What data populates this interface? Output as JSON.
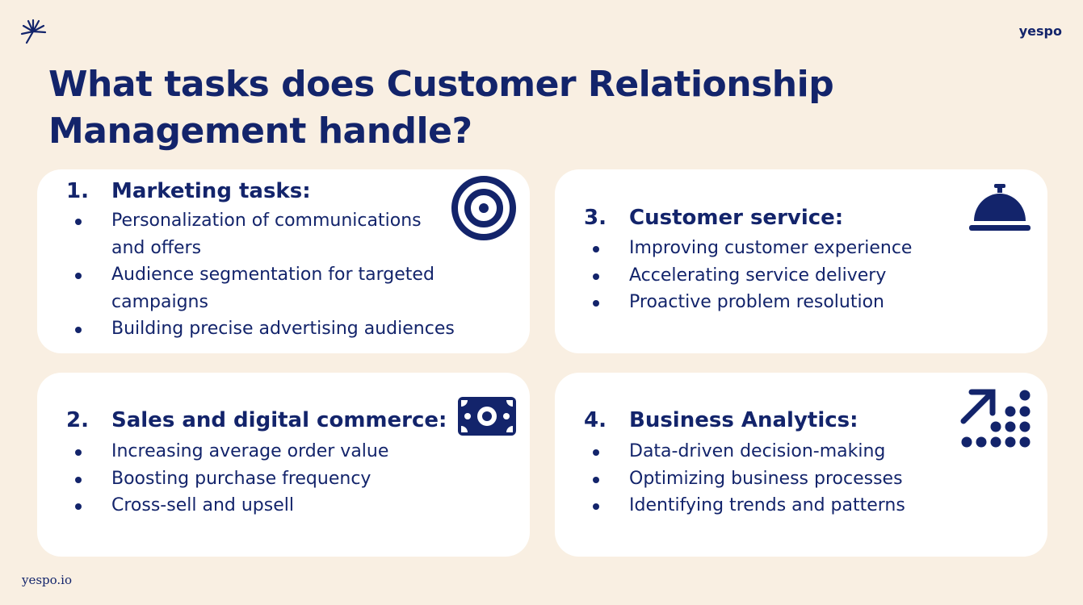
{
  "brand": "yespo",
  "footer": "yespo.io",
  "title_lines": [
    "What tasks does Customer Relationship",
    "Management handle?"
  ],
  "colors": {
    "background": "#f9efe2",
    "card": "#ffffff",
    "accent": "#13246b"
  },
  "cards": [
    {
      "number": "1.",
      "heading": "Marketing tasks:",
      "icon": "target-icon",
      "items": [
        "Personalization of communications and offers",
        "Audience segmentation for targeted campaigns",
        "Building precise advertising audiences"
      ]
    },
    {
      "number": "2.",
      "heading": "Sales and digital commerce:",
      "icon": "banknote-icon",
      "items": [
        "Increasing average order value",
        "Boosting purchase frequency",
        "Cross-sell and upsell"
      ]
    },
    {
      "number": "3.",
      "heading": "Customer service:",
      "icon": "service-bell-icon",
      "items": [
        "Improving customer experience",
        "Accelerating service delivery",
        "Proactive problem resolution"
      ]
    },
    {
      "number": "4.",
      "heading": "Business Analytics:",
      "icon": "growth-chart-icon",
      "items": [
        "Data-driven decision-making",
        "Optimizing business processes",
        "Identifying trends and patterns"
      ]
    }
  ]
}
